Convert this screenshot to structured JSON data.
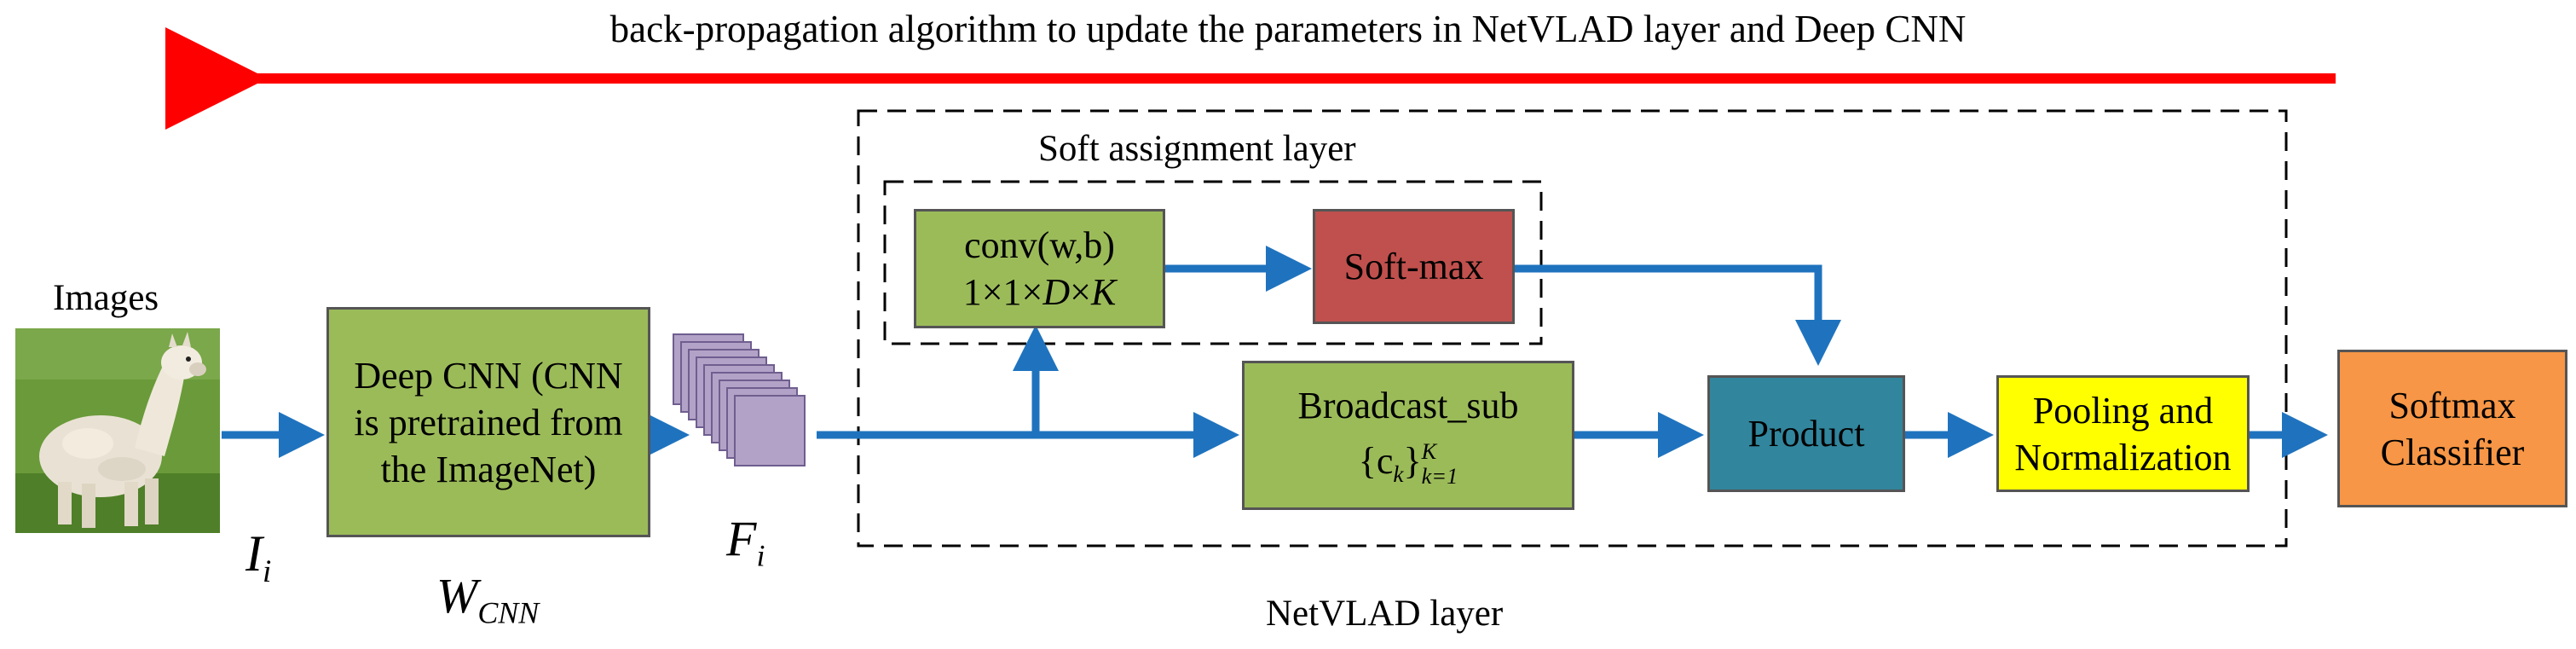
{
  "title": "back-propagation algorithm to update the parameters in NetVLAD layer and Deep CNN",
  "images_label": "Images",
  "image_picture": "alpaca-photo",
  "input_var": {
    "symbol": "I",
    "sub": "i"
  },
  "cnn": {
    "lines": [
      "Deep CNN (CNN",
      "is pretrained from",
      "the ImageNet)"
    ],
    "weight_symbol": "W",
    "weight_sub": "CNN"
  },
  "feature_var": {
    "symbol": "F",
    "sub": "i"
  },
  "soft_assignment_label": "Soft assignment layer",
  "conv": {
    "line1": "conv(w,b)",
    "line2_prefix": "1×1×",
    "line2_d": "D",
    "line2_times": "×",
    "line2_k": "K"
  },
  "softmax_box": "Soft-max",
  "broadcast": {
    "line1": "Broadcast_sub",
    "c": "c",
    "sub_k": "k",
    "sup_K": "K",
    "sub_range": "k=1"
  },
  "product": "Product",
  "pooling": {
    "line1": "Pooling and",
    "line2": "Normalization"
  },
  "classifier": {
    "line1": "Softmax",
    "line2": "Classifier"
  },
  "netvlad_label": "NetVLAD layer",
  "colors": {
    "backprop_arrow": "#ff0000",
    "flow_arrow": "#1f73be",
    "cnn_fill": "#9bbb59",
    "conv_fill": "#9bbb59",
    "softmax_fill": "#c0504d",
    "broadcast_fill": "#9bbb59",
    "product_fill": "#31859c",
    "pooling_fill": "#ffff00",
    "classifier_fill": "#f79646",
    "feature_fill": "#b3a2c7"
  }
}
